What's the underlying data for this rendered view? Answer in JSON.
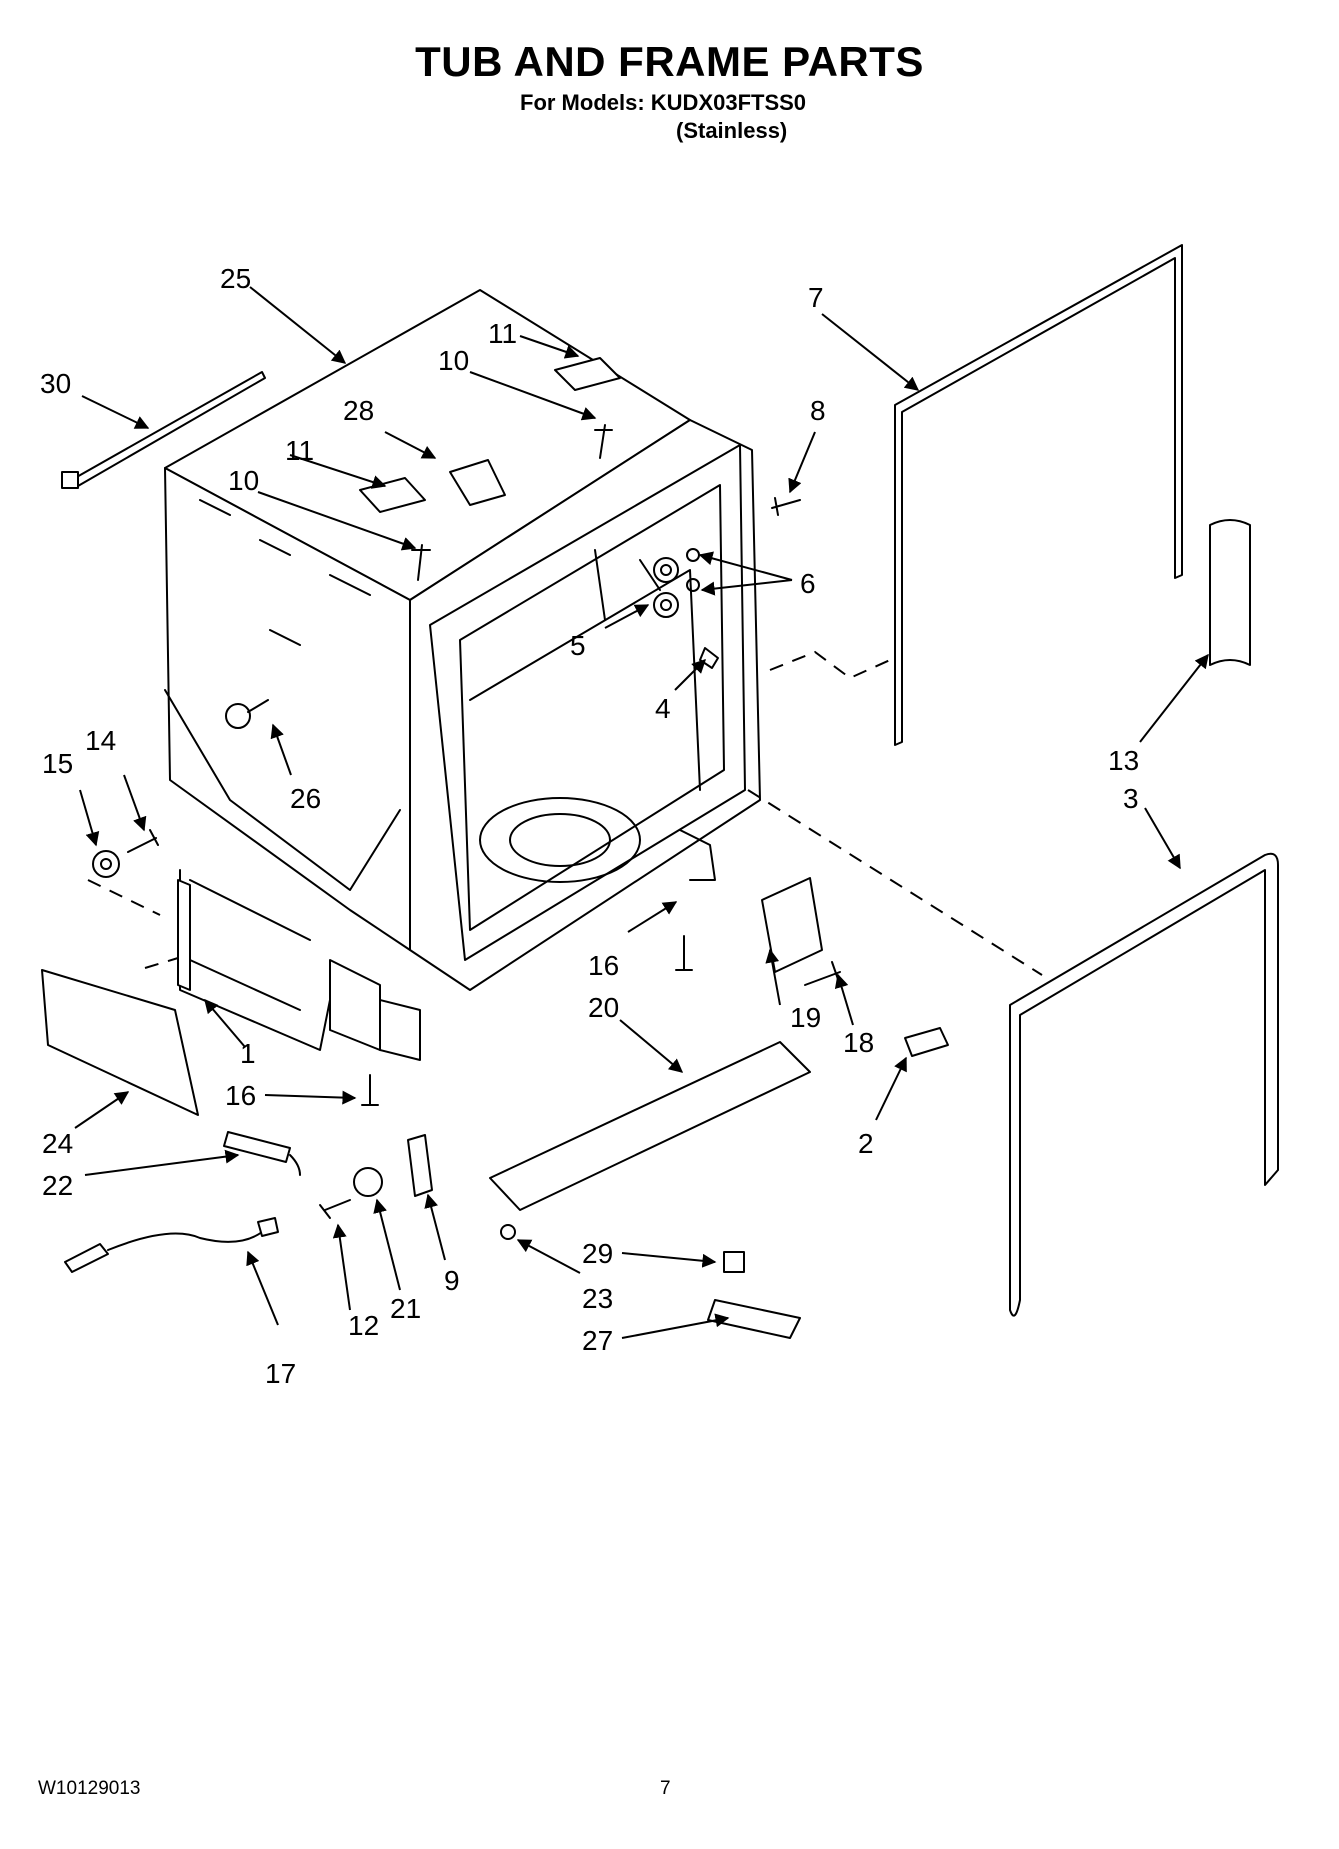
{
  "header": {
    "title": "TUB AND FRAME PARTS",
    "models_line": "For Models: KUDX03FTSS0",
    "variant": "(Stainless)"
  },
  "footer": {
    "doc_code": "W10129013",
    "page_number": "7"
  },
  "callouts": [
    "1",
    "2",
    "3",
    "4",
    "5",
    "6",
    "7",
    "8",
    "9",
    "10",
    "10",
    "11",
    "11",
    "12",
    "13",
    "14",
    "15",
    "16",
    "16",
    "17",
    "18",
    "19",
    "20",
    "21",
    "22",
    "23",
    "24",
    "25",
    "26",
    "27",
    "28",
    "29",
    "30"
  ]
}
